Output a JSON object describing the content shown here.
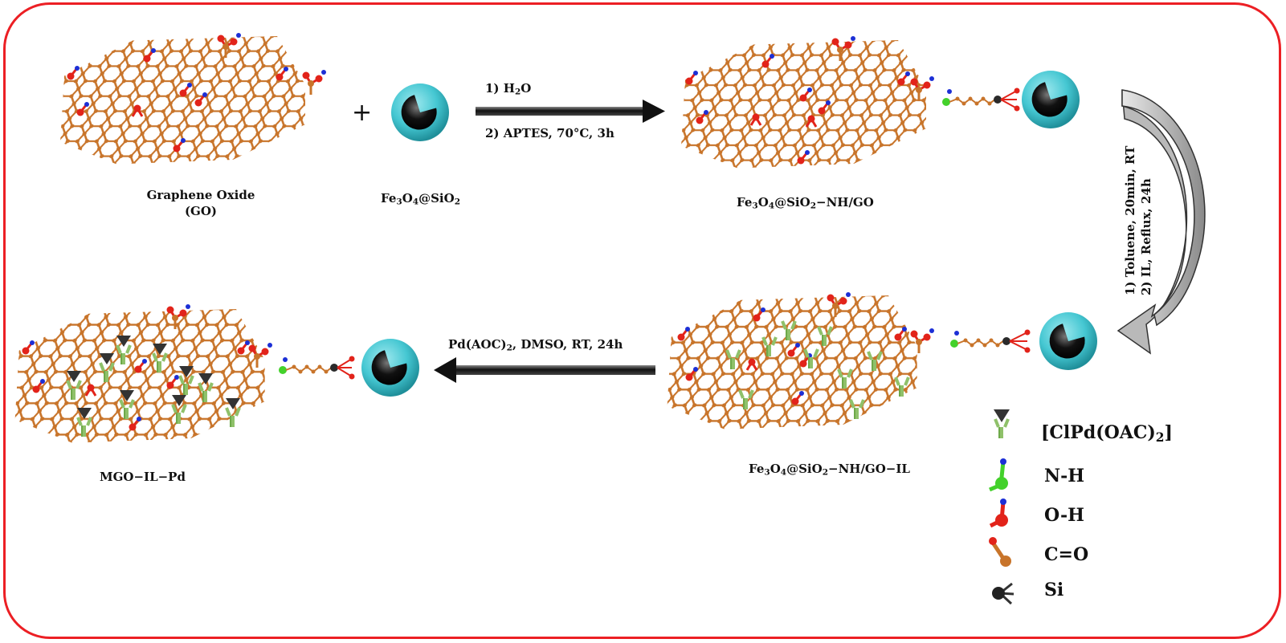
{
  "colors": {
    "frame": "#ec1f24",
    "carbon": "#c8742a",
    "oxygen": "#e2231a",
    "nitrogen": "#1c2fd6",
    "n_atom": "#43d12b",
    "silicon": "#2a2a2a",
    "shell": "#45c7d2",
    "core": "#111111",
    "ligand": "#8fc16a",
    "arrow": "#111111",
    "curved_arrow": "#9a9a9a"
  },
  "labels": {
    "go": {
      "line1": "Graphene Oxide",
      "line2": "(GO)"
    },
    "plus": "+",
    "fe3o4_sio2": {
      "a": "Fe",
      "a_sub": "3",
      "b": "O",
      "b_sub": "4",
      "c": "@SiO",
      "c_sub": "2"
    },
    "product1": {
      "a": "Fe",
      "a_sub": "3",
      "b": "O",
      "b_sub": "4",
      "c": "@SiO",
      "c_sub": "2",
      "d": "−NH/GO"
    },
    "product2": {
      "a": "Fe",
      "a_sub": "3",
      "b": "O",
      "b_sub": "4",
      "c": "@SiO",
      "c_sub": "2",
      "d": "−NH/GO−IL"
    },
    "product3": "MGO−IL−Pd"
  },
  "step1": {
    "line1_a": "1) H",
    "line1_sub": "2",
    "line1_b": "O",
    "line2": "2) APTES, 70°C, 3h"
  },
  "step2": {
    "line1": "1) Toluene, 20min, RT",
    "line2": "2) IL, Reflux, 24h"
  },
  "step3": {
    "a": "Pd(AOC)",
    "sub": "2",
    "b": ", DMSO, RT, 24h"
  },
  "legend": {
    "items": [
      {
        "icon": "pd-complex-icon",
        "label_a": "[ClPd(OAC)",
        "label_sub": "2",
        "label_b": "]"
      },
      {
        "icon": "n-h-icon",
        "label": "N-H"
      },
      {
        "icon": "o-h-icon",
        "label": "O-H"
      },
      {
        "icon": "c-o-icon",
        "label": "C=O"
      },
      {
        "icon": "si-icon",
        "label": "Si"
      }
    ]
  }
}
